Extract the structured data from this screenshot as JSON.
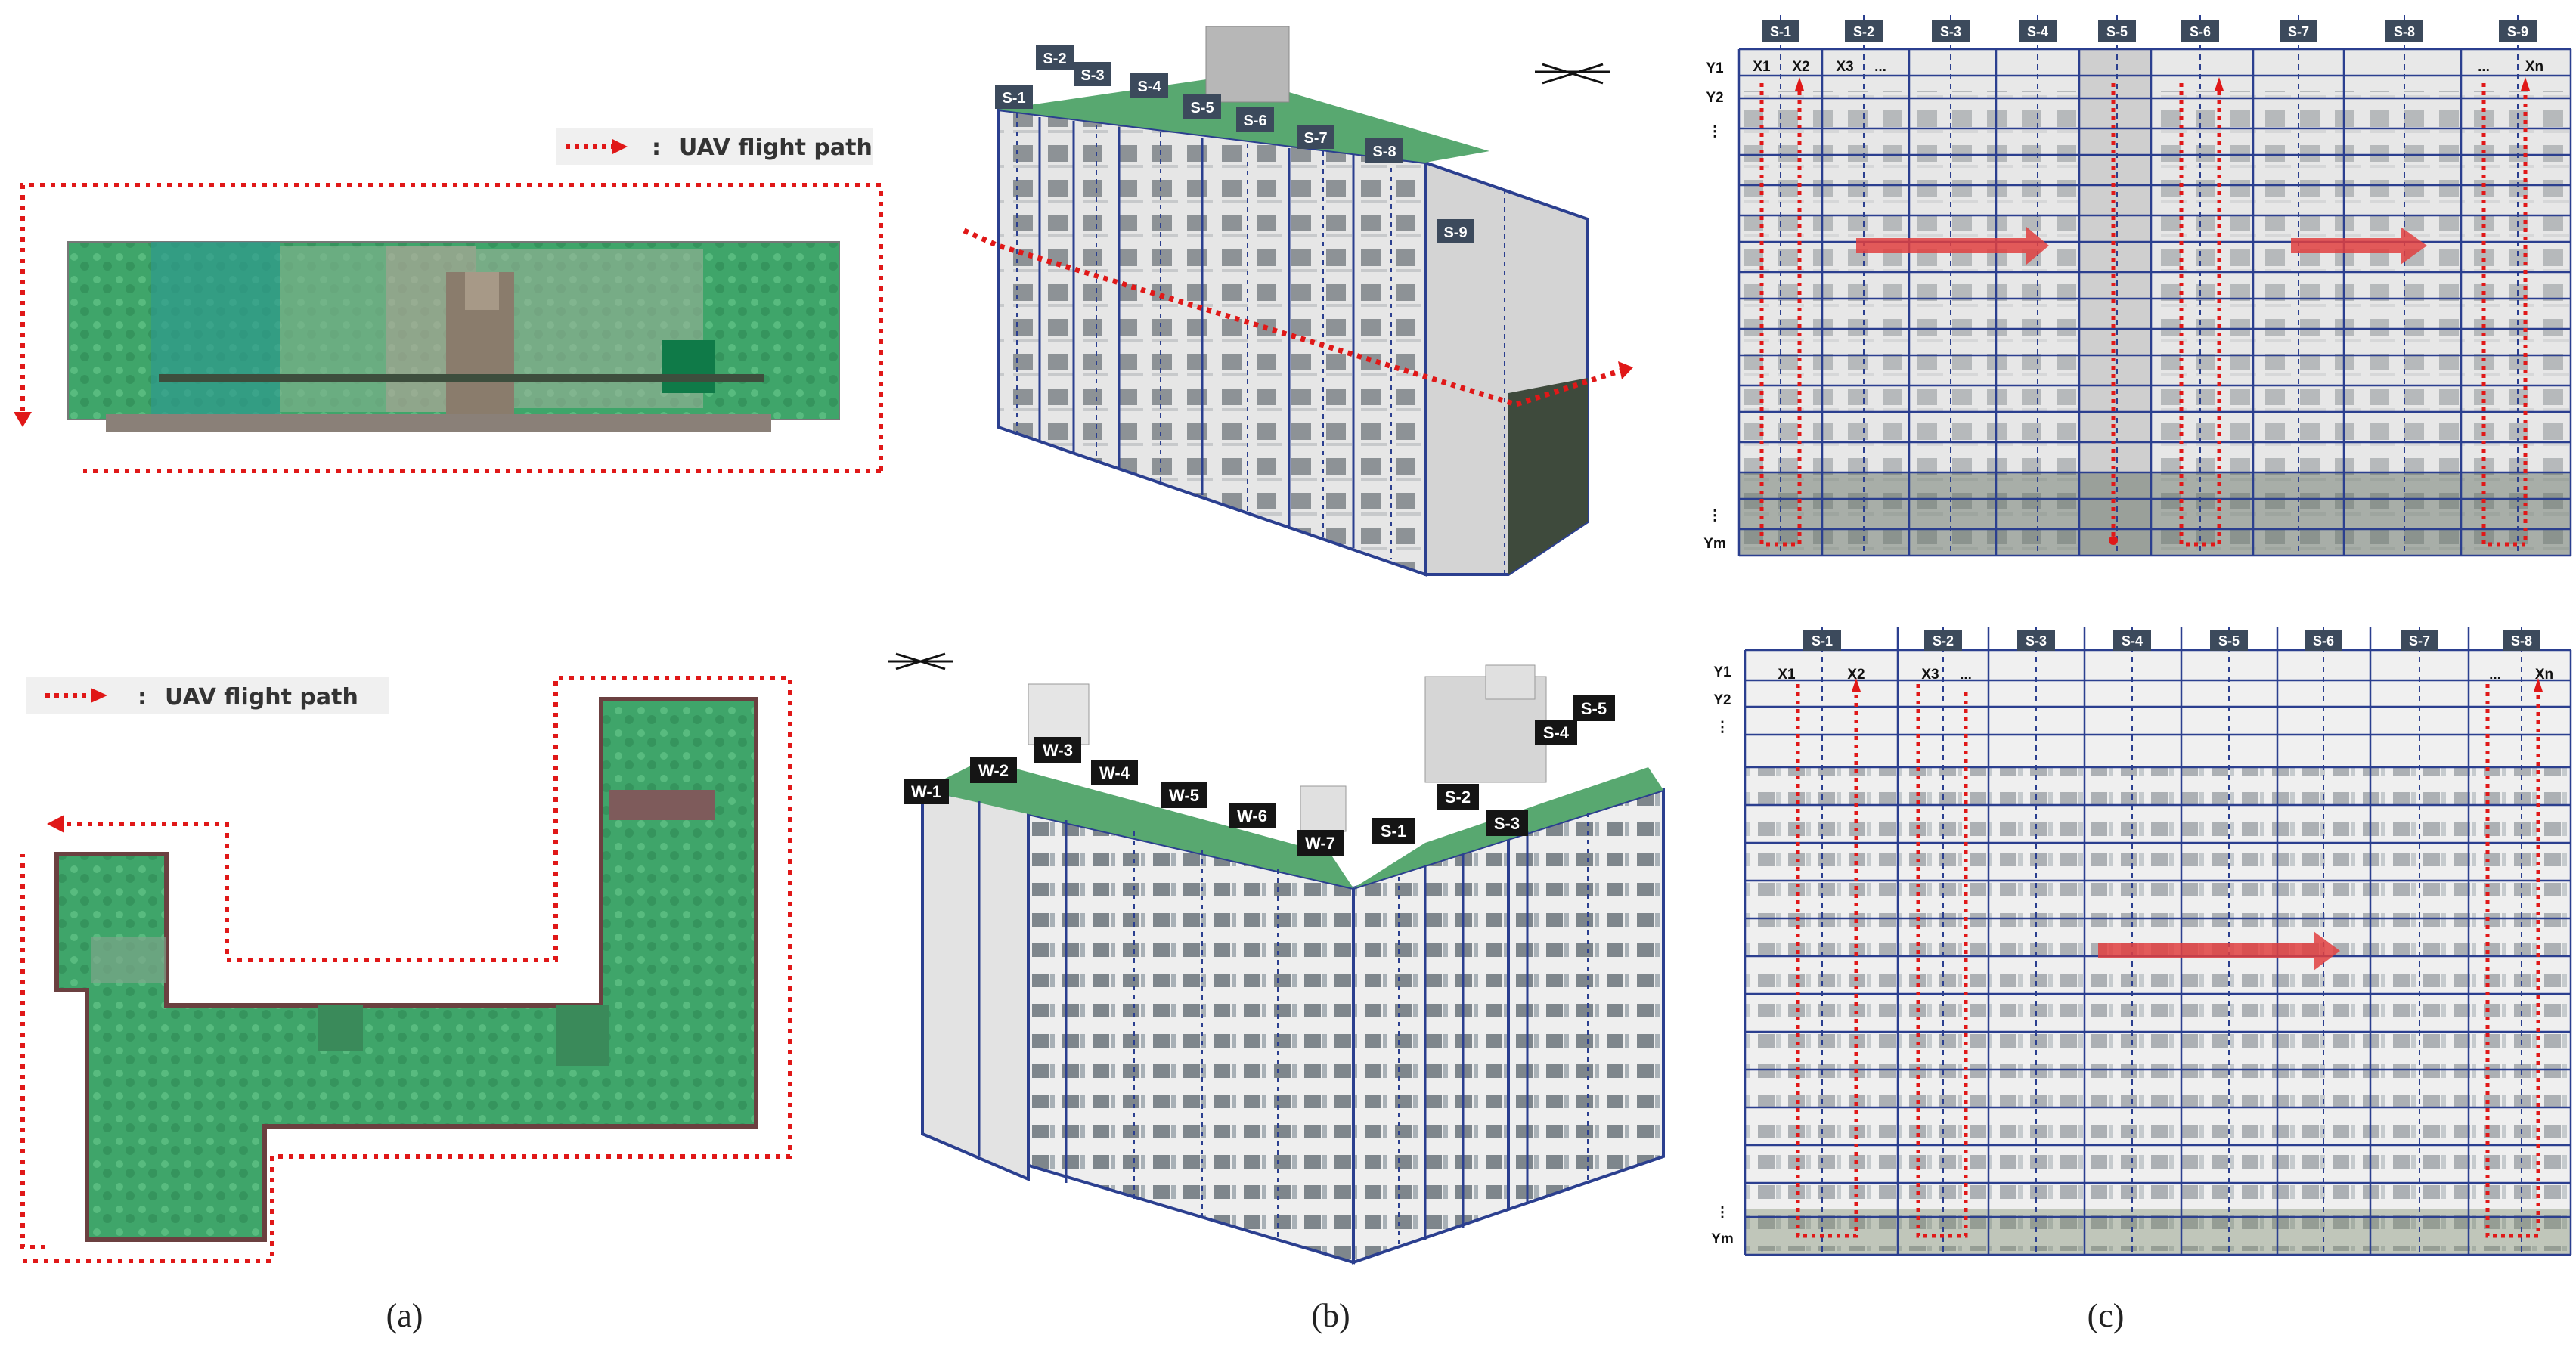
{
  "legend": {
    "top": {
      "separator": ":",
      "text": "UAV flight path"
    },
    "bottom": {
      "separator": ":",
      "text": "UAV flight path"
    }
  },
  "captions": {
    "a": "(a)",
    "b": "(b)",
    "c": "(c)"
  },
  "building_top_b": {
    "sections": [
      "S-1",
      "S-2",
      "S-3",
      "S-4",
      "S-5",
      "S-6",
      "S-7",
      "S-8",
      "S-9"
    ]
  },
  "building_bottom_b": {
    "sections": [
      "W-1",
      "W-2",
      "W-3",
      "W-4",
      "W-5",
      "W-6",
      "W-7",
      "S-1",
      "S-2",
      "S-3",
      "S-4",
      "S-5"
    ]
  },
  "grid_top_c": {
    "sections": [
      "S-1",
      "S-2",
      "S-3",
      "S-4",
      "S-5",
      "S-6",
      "S-7",
      "S-8",
      "S-9"
    ],
    "x_labels": [
      "X1",
      "X2",
      "X3",
      "...",
      "...",
      "Xn"
    ],
    "y_labels": [
      "Y1",
      "Y2",
      "⋮",
      "⋮",
      "Ym"
    ]
  },
  "grid_bottom_c": {
    "sections": [
      "S-1",
      "S-2",
      "S-3",
      "S-4",
      "S-5",
      "S-6",
      "S-7",
      "S-8"
    ],
    "x_labels": [
      "X1",
      "X2",
      "X3",
      "...",
      "...",
      "Xn"
    ],
    "y_labels": [
      "Y1",
      "Y2",
      "⋮",
      "⋮",
      "Ym"
    ]
  },
  "colors": {
    "path": "#e01818",
    "grid": "#2b3f8f",
    "roof": "#3aa86a",
    "label_bg": "#3c4a5c"
  }
}
